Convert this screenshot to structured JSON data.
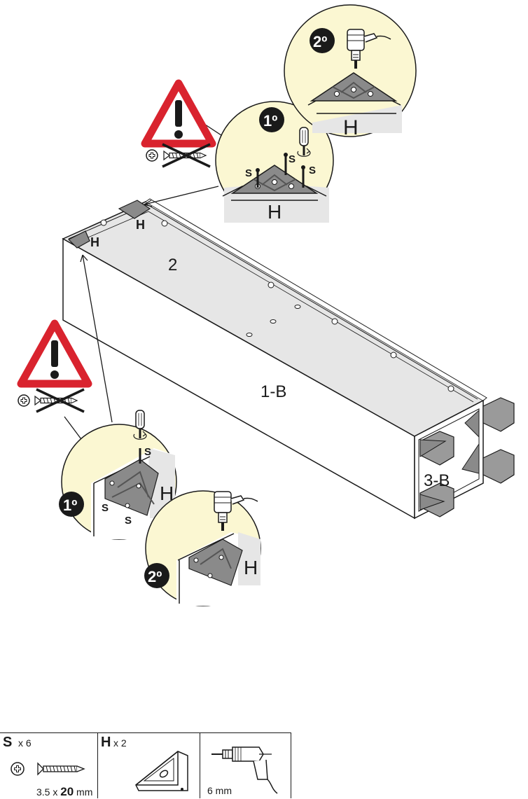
{
  "labels": {
    "part_top": "2",
    "part_side": "1-B",
    "part_end": "3-B",
    "bracket": "H",
    "screw": "S",
    "step_first": "1º",
    "step_second": "2º"
  },
  "legend": {
    "screw": {
      "code": "S",
      "qty": "x 6",
      "size_prefix": "3.5 x ",
      "size_value": "20",
      "size_unit": " mm"
    },
    "bracket": {
      "code": "H",
      "qty": "x 2"
    },
    "drill": {
      "size": "6 mm"
    }
  },
  "colors": {
    "warning_red": "#d9232e",
    "callout_cream": "#fbf7d2",
    "panel_grey": "#e6e6e6",
    "bracket_grey": "#8a8a8a",
    "line": "#1a1a1a"
  }
}
